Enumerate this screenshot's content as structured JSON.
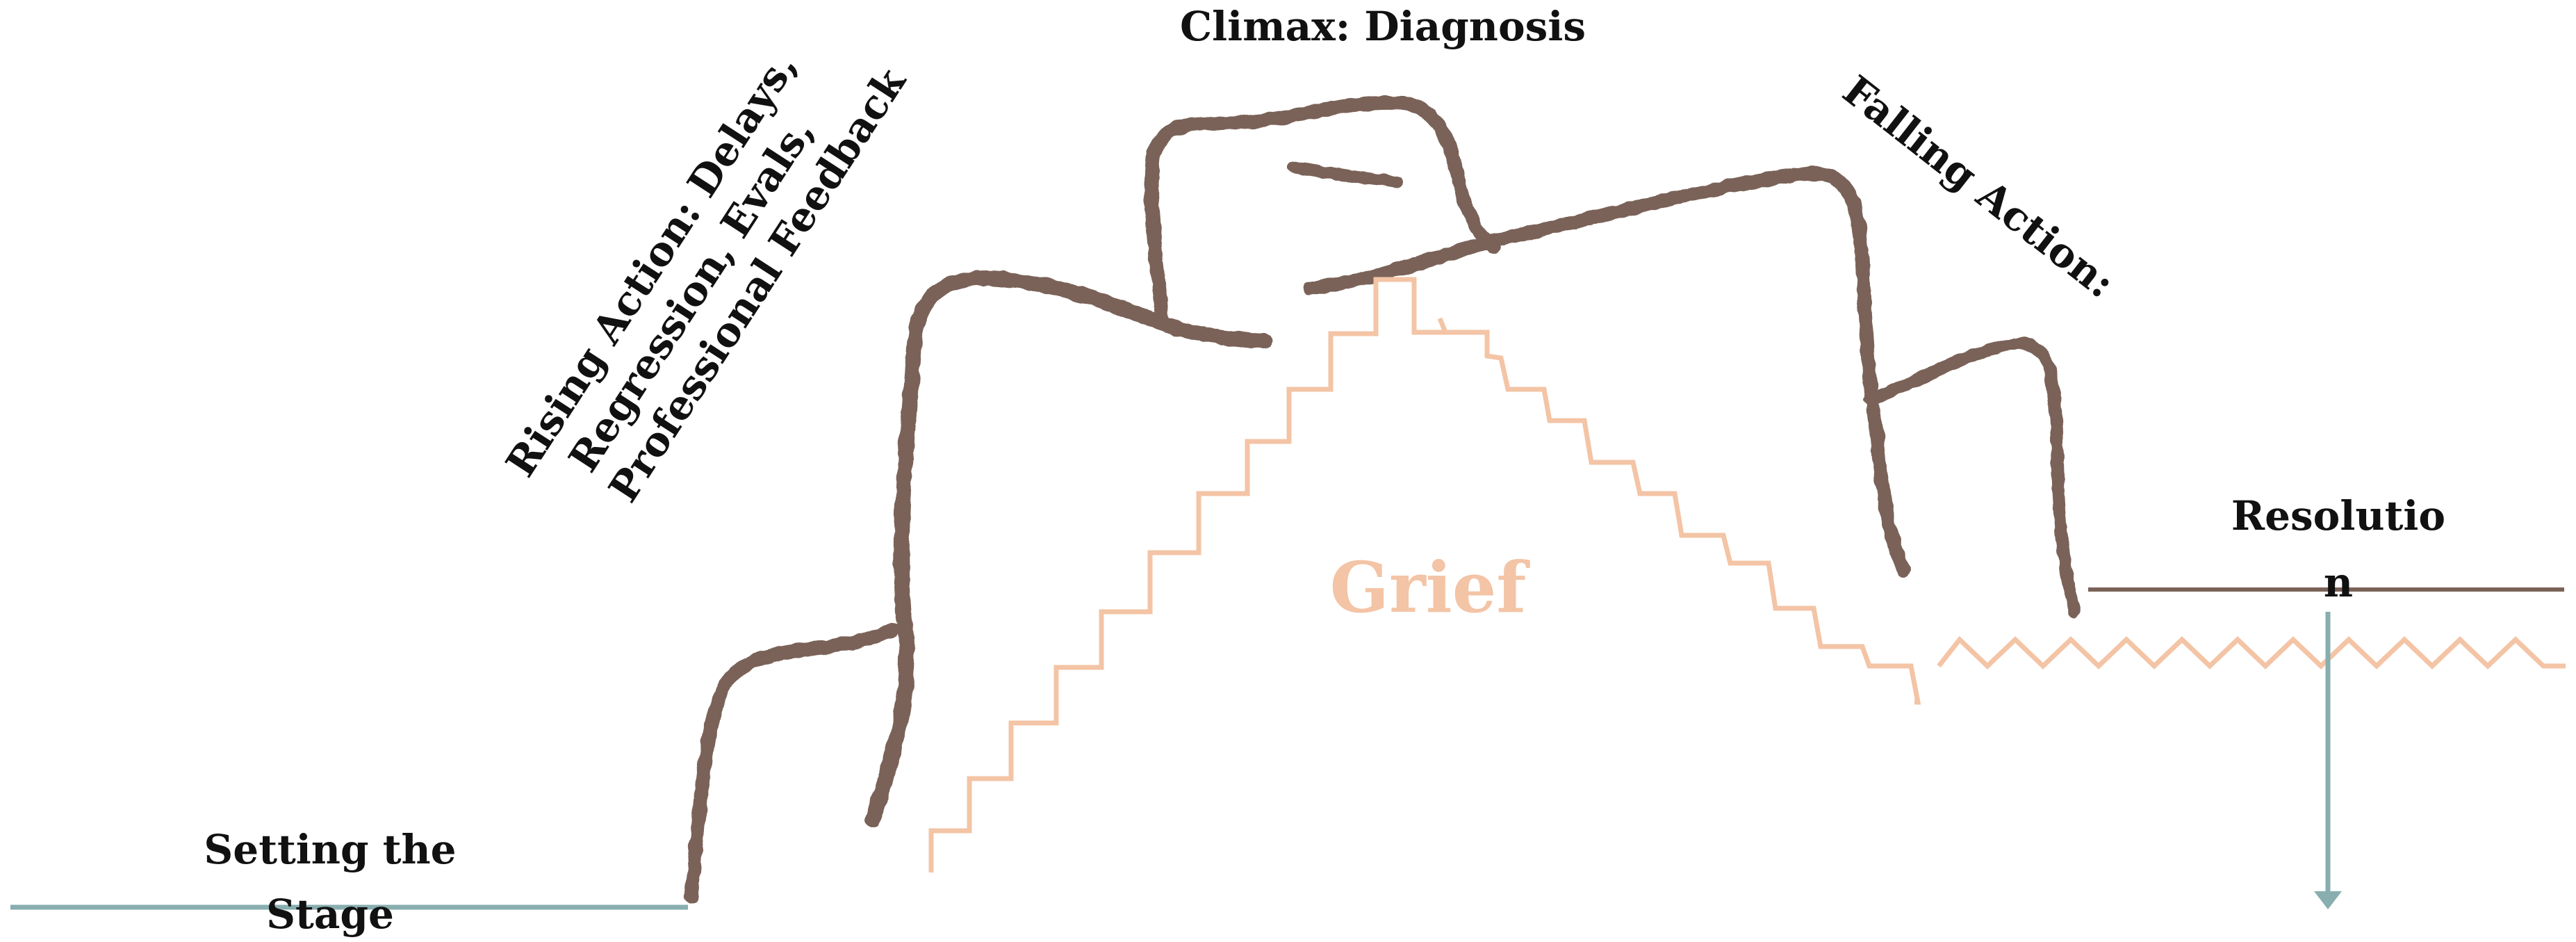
{
  "labels": {
    "climax": "Climax: Diagnosis",
    "rising_line1": "Rising Action: Delays,",
    "rising_line2": "Regression, Evals,",
    "rising_line3": "Professional Feedback",
    "falling": "Falling Action:",
    "resolution_line1": "Resolutio",
    "resolution_line2": "n",
    "setting_line1": "Setting the",
    "setting_line2": "Stage",
    "grief": "Grief"
  },
  "colors": {
    "mountain": "#7a6258",
    "grief": "#f3c4a5",
    "baseline": "#88aeaf",
    "text": "#111111"
  }
}
